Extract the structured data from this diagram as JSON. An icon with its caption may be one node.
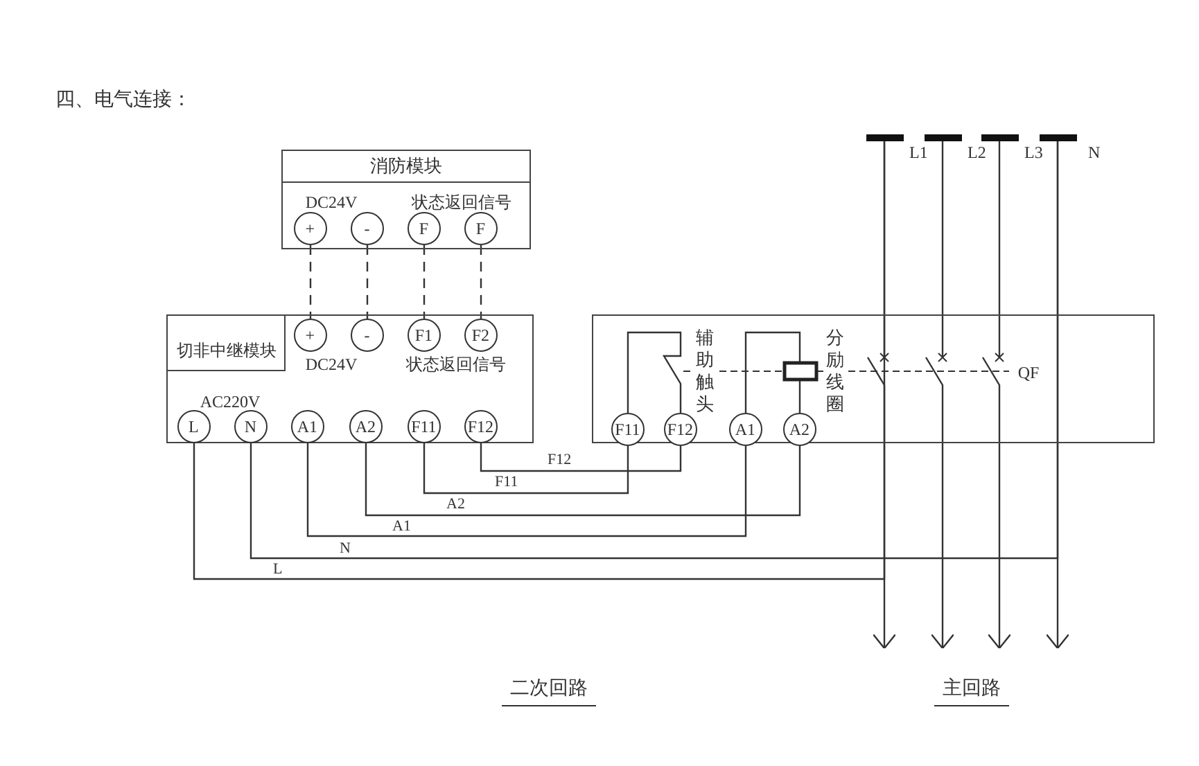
{
  "diagram": {
    "title": "四、电气连接：",
    "nodes": [
      {
        "text": [
          "消防模块",
          "DC24V",
          "状态返回信号"
        ]
      },
      {
        "text": [
          "+"
        ],
        "in": 0
      },
      {
        "text": [
          "-"
        ],
        "in": 0
      },
      {
        "text": [
          "F"
        ],
        "in": 0
      },
      {
        "text": [
          "F"
        ],
        "in": 0
      },
      {
        "text": [
          "DC24V",
          "状态返回信号",
          "AC220V"
        ]
      },
      {
        "text": [
          "切非中继模块"
        ],
        "in": 5
      },
      {
        "text": [
          "+"
        ],
        "in": 5
      },
      {
        "text": [
          "-"
        ],
        "in": 5
      },
      {
        "text": [
          "F1"
        ],
        "in": 5
      },
      {
        "text": [
          "F2"
        ],
        "in": 5
      },
      {
        "text": [
          "L"
        ],
        "in": 5
      },
      {
        "text": [
          "N"
        ],
        "in": 5
      },
      {
        "text": [
          "A1"
        ],
        "in": 5
      },
      {
        "text": [
          "A2"
        ],
        "in": 5
      },
      {
        "text": [
          "F11"
        ],
        "in": 5
      },
      {
        "text": [
          "F12"
        ],
        "in": 5
      },
      {
        "text": [
          "辅助触头",
          "分励线圈",
          "QF"
        ]
      },
      {
        "text": [
          "F11"
        ],
        "in": 17
      },
      {
        "text": [
          "F12"
        ],
        "in": 17
      },
      {
        "text": [
          "A1"
        ],
        "in": 17
      },
      {
        "text": [
          "A2"
        ],
        "in": 17
      },
      {
        "text": [],
        "shape": "bar",
        "beside": [
          "L1"
        ]
      },
      {
        "text": [],
        "shape": "bar",
        "beside": [
          "L2"
        ]
      },
      {
        "text": [],
        "shape": "bar",
        "beside": [
          "L3"
        ]
      },
      {
        "text": [],
        "shape": "bar",
        "beside": [
          "N"
        ]
      }
    ],
    "edges": [
      {
        "from": 1,
        "to": 7,
        "arrow": "none",
        "style": "dashed"
      },
      {
        "from": 2,
        "to": 8,
        "arrow": "none",
        "style": "dashed"
      },
      {
        "from": 3,
        "to": 9,
        "arrow": "none",
        "style": "dashed"
      },
      {
        "from": 4,
        "to": 10,
        "arrow": "none",
        "style": "dashed"
      },
      {
        "from": 16,
        "to": 19,
        "arrow": "none",
        "label": "F12"
      },
      {
        "from": 15,
        "to": 18,
        "arrow": "none",
        "label": "F11"
      },
      {
        "from": 14,
        "to": 21,
        "arrow": "none",
        "label": "A2"
      },
      {
        "from": 13,
        "to": 20,
        "arrow": "none",
        "label": "A1"
      },
      {
        "from": 12,
        "to": 25,
        "arrow": "none",
        "label": "N"
      },
      {
        "from": 11,
        "to": 22,
        "arrow": "none",
        "label": "L"
      },
      {
        "from": 18,
        "to": 19,
        "arrow": "none"
      },
      {
        "from": 20,
        "to": 21,
        "arrow": "none"
      },
      {
        "from": 22,
        "to": null,
        "arrow": "to"
      },
      {
        "from": 23,
        "to": null,
        "arrow": "to"
      },
      {
        "from": 24,
        "to": null,
        "arrow": "to"
      },
      {
        "from": 25,
        "to": null,
        "arrow": "to"
      }
    ],
    "labels": [
      "二次回路",
      "主回路"
    ]
  }
}
